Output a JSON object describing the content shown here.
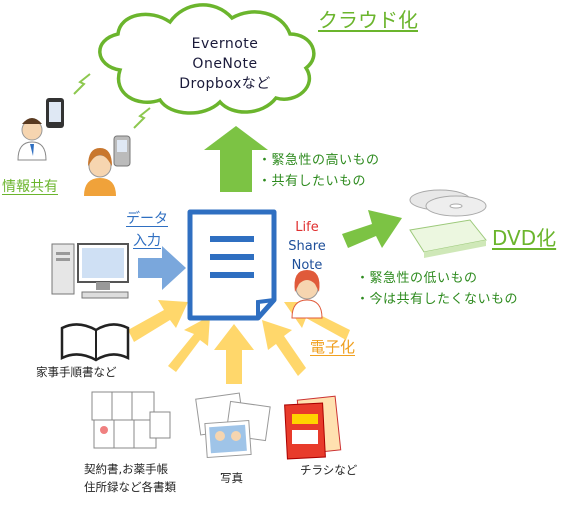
{
  "cloud": {
    "title": "クラウド化",
    "services": [
      "Evernote",
      "OneNote",
      "Dropboxなど"
    ]
  },
  "sharing": {
    "label": "情報共有"
  },
  "cloud_notes": [
    "・緊急性の高いもの",
    "・共有したいもの"
  ],
  "center": {
    "data_input_lines": [
      "データ",
      "入力"
    ],
    "app_name": [
      "Life",
      "Share",
      "Note"
    ]
  },
  "dvd": {
    "title": "DVD化",
    "notes": [
      "・緊急性の低いもの",
      "・今は共有したくないもの"
    ]
  },
  "digitize": {
    "label": "電子化"
  },
  "sources": {
    "household": "家事手順書など",
    "contracts": [
      "契約書,お薬手帳",
      "住所録など各書類"
    ],
    "photos": "写真",
    "flyers": "チラシなど"
  },
  "colors": {
    "green": "#6bb52d",
    "blue": "#2f6fc1",
    "arrow_blue": "#7aa7dc",
    "arrow_yellow": "#ffd76b",
    "orange": "#f0a020",
    "red": "#e03030"
  }
}
